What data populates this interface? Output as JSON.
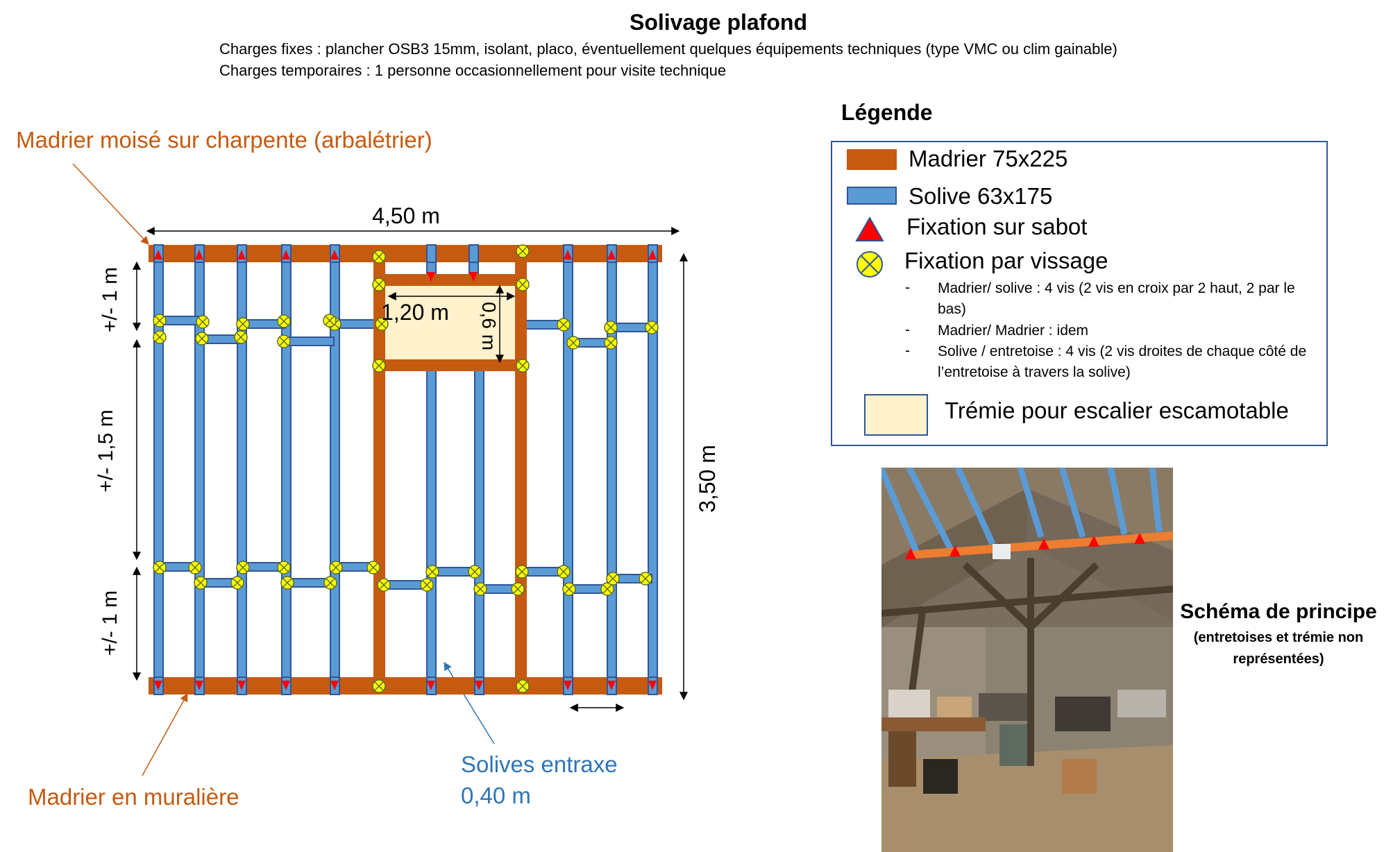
{
  "page": {
    "title": "Solivage plafond",
    "fixed_loads": "Charges fixes : plancher OSB3 15mm, isolant, placo, éventuellement quelques équipements techniques (type VMC ou clim gainable)",
    "temporary_loads": "Charges temporaires : 1 personne occasionnellement pour visite technique"
  },
  "plan": {
    "callout_top": "Madrier moisé sur charpente (arbalétrier)",
    "callout_bottom": "Madrier en muralière",
    "callout_joists_line1": "Solives entraxe",
    "callout_joists_line2": "0,40 m",
    "width_label": "4,50 m",
    "height_label": "3,50 m",
    "zone_top_label": "+/- 1 m",
    "zone_middle_label": "+/- 1,5 m",
    "zone_bottom_label": "+/- 1 m",
    "opening_width_label": "1,20 m",
    "opening_depth_label": "0,6 m"
  },
  "legend": {
    "heading": "Légende",
    "items": [
      {
        "symbol": "orange-bar",
        "label": "Madrier 75x225"
      },
      {
        "symbol": "blue-bar",
        "label": "Solive 63x175"
      },
      {
        "symbol": "red-triangle",
        "label": "Fixation sur sabot"
      },
      {
        "symbol": "yellow-cross-circle",
        "label": "Fixation par vissage"
      },
      {
        "symbol": "cream-rectangle",
        "label": "Trémie pour escalier escamotable"
      }
    ],
    "screw_details": [
      {
        "dash": "-",
        "text": "Madrier/ solive : 4 vis (2 vis en croix par 2 haut, 2 par le bas)"
      },
      {
        "dash": "-",
        "text": "Madrier/ Madrier : idem"
      },
      {
        "dash": "-",
        "text": "Solive / entretoise : 4 vis (2 vis droites de chaque côté de l’entretoise à travers la solive)"
      }
    ]
  },
  "photo": {
    "caption_title": "Schéma de principe",
    "caption_note": "(entretoises et trémie non représentées)"
  },
  "colors": {
    "madrier": "#c55a11",
    "solive": "#5b9bd5",
    "solive_border": "#2f5597",
    "sabot": "#ff0000",
    "screw": "#ffff00",
    "tremie": "#fff2cc",
    "orange_text": "#c55a11",
    "blue_text": "#2e75b6"
  }
}
